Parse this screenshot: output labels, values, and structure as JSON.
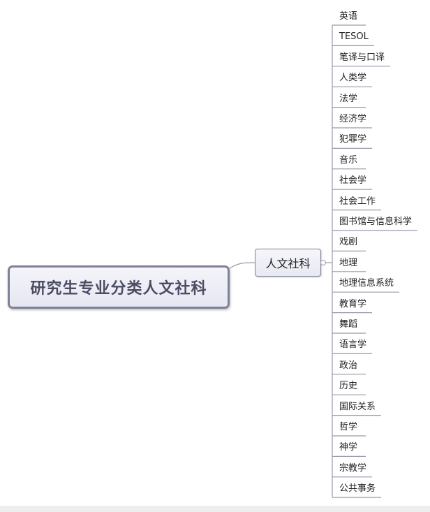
{
  "root": {
    "label": "研究生专业分类人文社科"
  },
  "branch": {
    "label": "人文社科"
  },
  "leaves": [
    "英语",
    "TESOL",
    "笔译与口译",
    "人类学",
    "法学",
    "经济学",
    "犯罪学",
    "音乐",
    "社会学",
    "社会工作",
    "图书馆与信息科学",
    "戏剧",
    "地理",
    "地理信息系统",
    "教育学",
    "舞蹈",
    "语言学",
    "政治",
    "历史",
    "国际关系",
    "哲学",
    "神学",
    "宗教学",
    "公共事务"
  ],
  "colors": {
    "node_border": "#7f8197",
    "connector": "#9a9aaa",
    "root_text": "#4a4d63",
    "leaf_text": "#222222"
  }
}
